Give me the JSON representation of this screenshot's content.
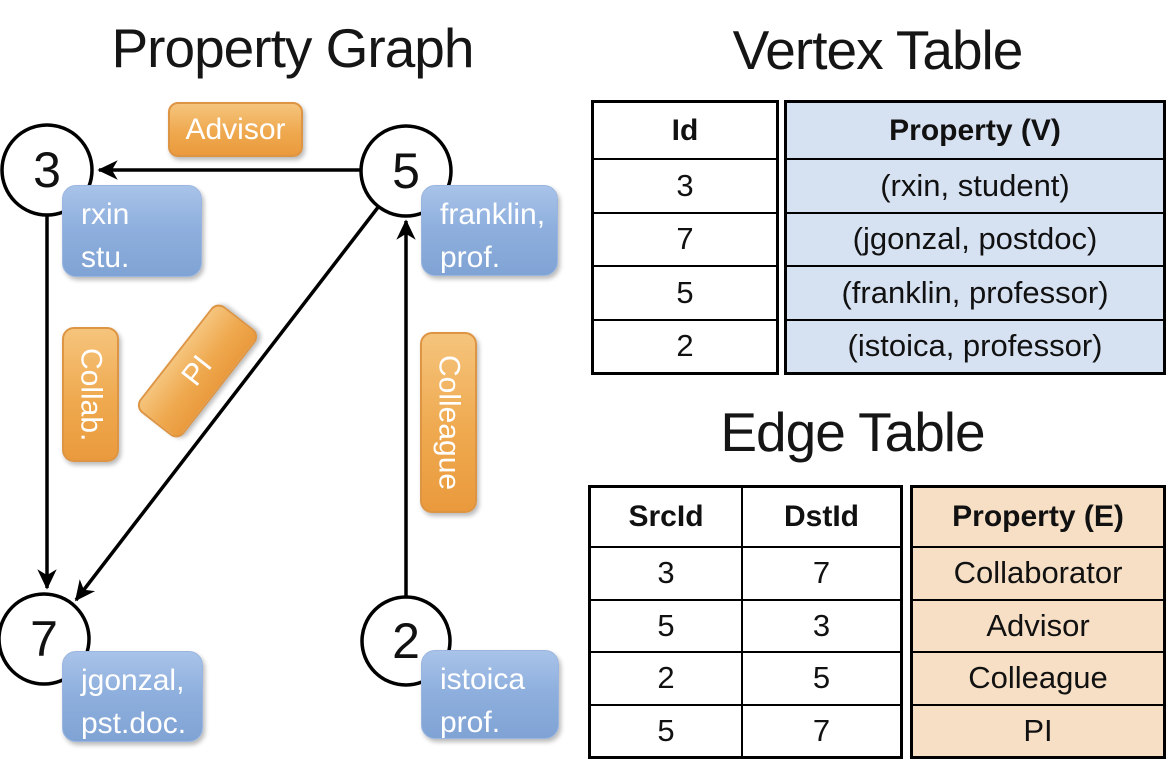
{
  "graph": {
    "title": "Property Graph",
    "nodes": [
      {
        "id": "3",
        "label_lines": [
          "rxin",
          "stu."
        ]
      },
      {
        "id": "5",
        "label_lines": [
          "franklin,",
          "prof."
        ]
      },
      {
        "id": "7",
        "label_lines": [
          "jgonzal,",
          "pst.doc."
        ]
      },
      {
        "id": "2",
        "label_lines": [
          "istoica",
          "prof."
        ]
      }
    ],
    "edges": [
      {
        "src": "5",
        "dst": "3",
        "label": "Advisor"
      },
      {
        "src": "3",
        "dst": "7",
        "label": "Collab."
      },
      {
        "src": "5",
        "dst": "7",
        "label": "PI"
      },
      {
        "src": "2",
        "dst": "5",
        "label": "Colleague"
      }
    ]
  },
  "vertex_table": {
    "title": "Vertex Table",
    "columns": [
      "Id",
      "Property (V)"
    ],
    "rows": [
      [
        "3",
        "(rxin, student)"
      ],
      [
        "7",
        "(jgonzal, postdoc)"
      ],
      [
        "5",
        "(franklin, professor)"
      ],
      [
        "2",
        "(istoica, professor)"
      ]
    ]
  },
  "edge_table": {
    "title": "Edge Table",
    "columns": [
      "SrcId",
      "DstId",
      "Property (E)"
    ],
    "rows": [
      [
        "3",
        "7",
        "Collaborator"
      ],
      [
        "5",
        "3",
        "Advisor"
      ],
      [
        "2",
        "5",
        "Colleague"
      ],
      [
        "5",
        "7",
        "PI"
      ]
    ]
  },
  "colors": {
    "edge_label_orange": "#efa94f",
    "vertex_label_blue": "#8fb0de",
    "vertex_property_fill": "#d6e1f2",
    "edge_property_fill": "#f6dfc4",
    "line_black": "#000000"
  }
}
